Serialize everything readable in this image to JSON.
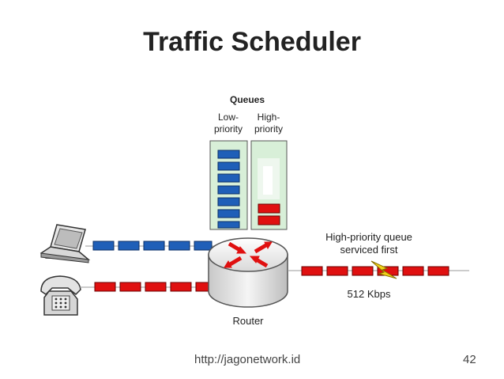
{
  "slide": {
    "title": "Traffic Scheduler",
    "footer_url": "http://jagonetwork.id",
    "page_number": "42"
  },
  "diagram": {
    "queues_heading": "Queues",
    "low_priority_label_line1": "Low-",
    "low_priority_label_line2": "priority",
    "high_priority_label_line1": "High-",
    "high_priority_label_line2": "priority",
    "serviced_label_line1": "High-priority queue",
    "serviced_label_line2": "serviced first",
    "link_speed": "512 Kbps",
    "router_label": "Router",
    "low_priority_queue_packets": 7,
    "high_priority_queue_packets": 2,
    "colors": {
      "low_priority_packet": "#1f5fb8",
      "high_priority_packet": "#e01010",
      "queue_fill": "#d8efd8",
      "lightning": "#f2d21a"
    },
    "icons": [
      "laptop-icon",
      "telephone-icon",
      "router-icon",
      "lightning-icon"
    ]
  }
}
